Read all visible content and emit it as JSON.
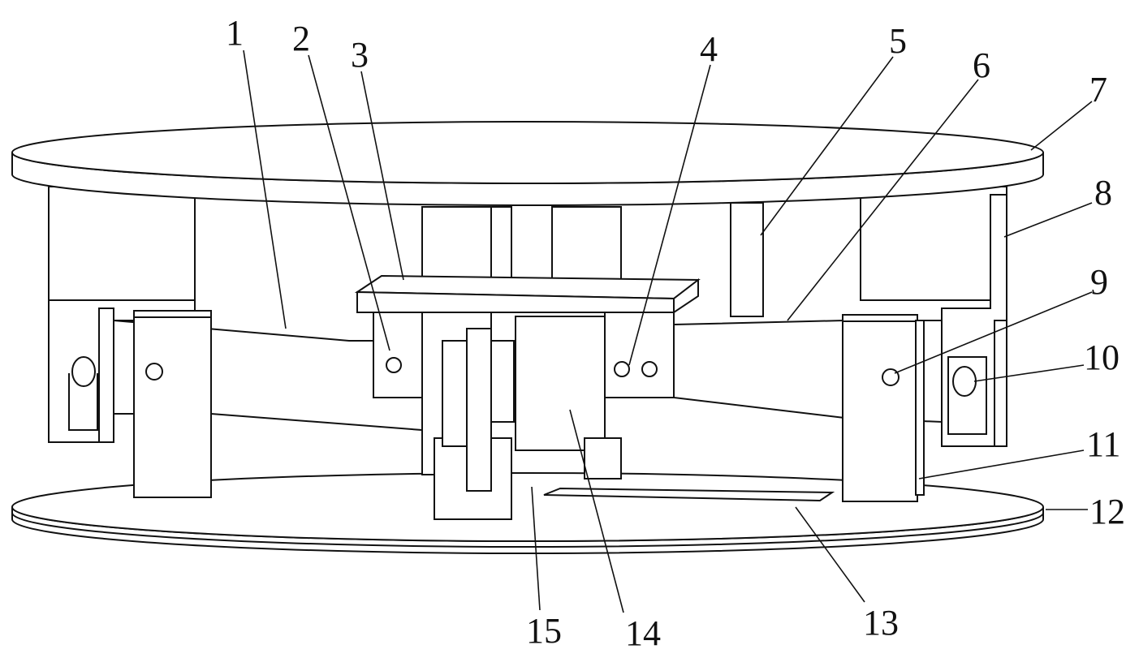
{
  "figure": {
    "part_labels": [
      "1",
      "2",
      "3",
      "4",
      "5",
      "6",
      "7",
      "8",
      "9",
      "10",
      "11",
      "12",
      "13",
      "14",
      "15"
    ]
  }
}
